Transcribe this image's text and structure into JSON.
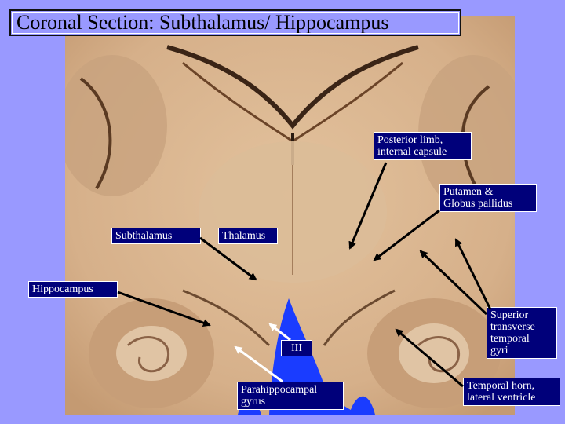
{
  "title": "Coronal Section: Subthalamus/ Hippocampus",
  "labels": {
    "posterior_limb": [
      "Posterior limb,",
      "internal capsule"
    ],
    "putamen": [
      "Putamen &",
      "Globus pallidus"
    ],
    "subthalamus": "Subthalamus",
    "thalamus": "Thalamus",
    "hippocampus": "Hippocampus",
    "third_ventricle": "III",
    "superior_temporal": [
      "Superior",
      "transverse",
      "temporal",
      "gyri"
    ],
    "parahippocampal": [
      "Parahippocampal",
      "gyrus"
    ],
    "temporal_horn": [
      "Temporal horn,",
      "lateral ventricle"
    ]
  },
  "colors": {
    "background": "#9999ff",
    "label_box": "#00007a",
    "tissue": "#d9b48e",
    "ventricle": "#1a3cff"
  }
}
